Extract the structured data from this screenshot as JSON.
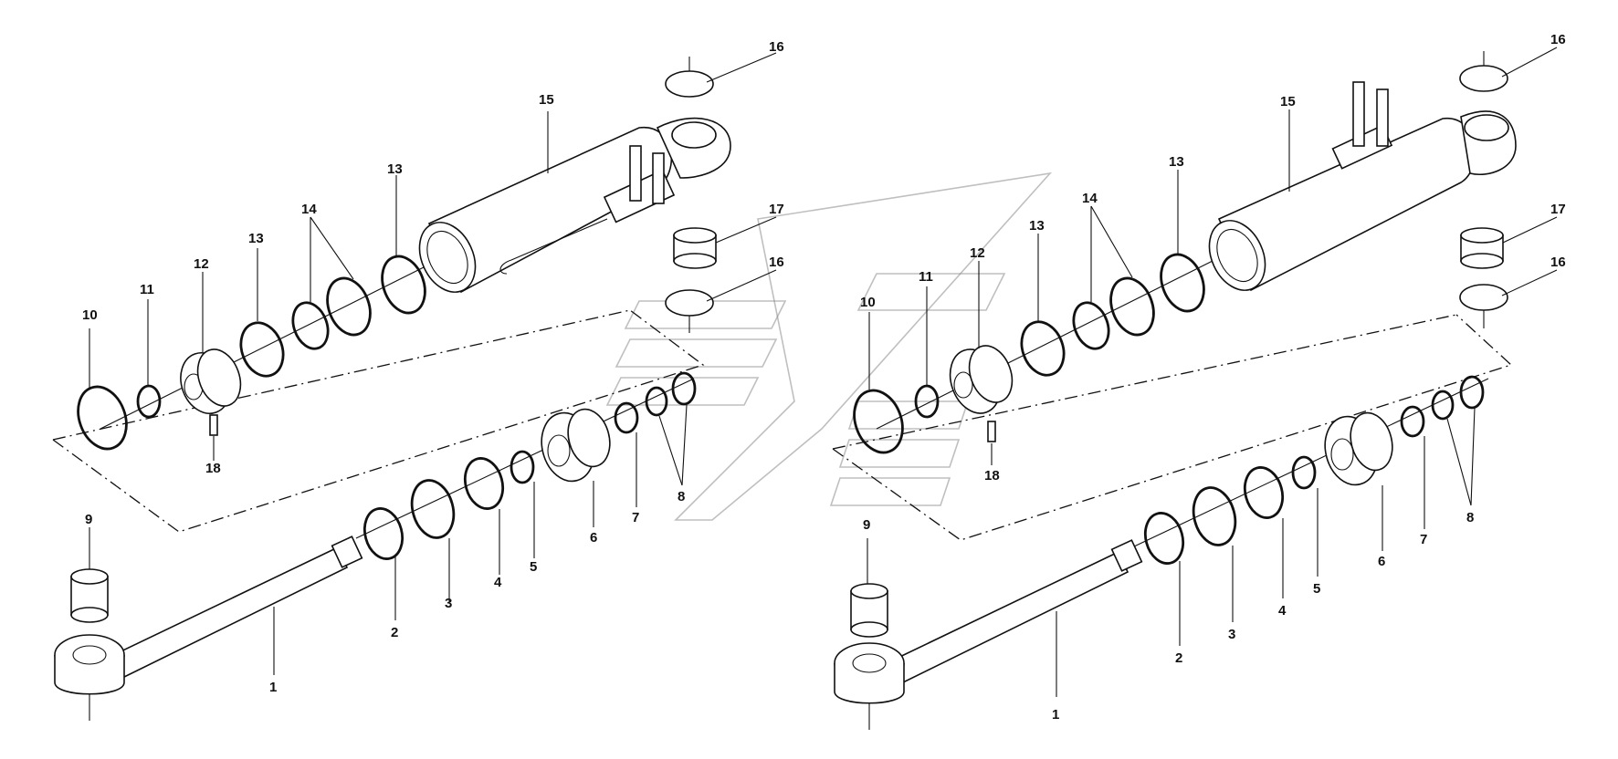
{
  "diagram": {
    "left_assembly": {
      "callouts": [
        {
          "id": "1",
          "text": "1"
        },
        {
          "id": "2",
          "text": "2"
        },
        {
          "id": "3",
          "text": "3"
        },
        {
          "id": "4",
          "text": "4"
        },
        {
          "id": "5",
          "text": "5"
        },
        {
          "id": "6",
          "text": "6"
        },
        {
          "id": "7",
          "text": "7"
        },
        {
          "id": "8",
          "text": "8"
        },
        {
          "id": "9",
          "text": "9"
        },
        {
          "id": "10",
          "text": "10"
        },
        {
          "id": "11",
          "text": "11"
        },
        {
          "id": "12",
          "text": "12"
        },
        {
          "id": "13a",
          "text": "13"
        },
        {
          "id": "13b",
          "text": "13"
        },
        {
          "id": "14",
          "text": "14"
        },
        {
          "id": "15",
          "text": "15"
        },
        {
          "id": "16a",
          "text": "16"
        },
        {
          "id": "16b",
          "text": "16"
        },
        {
          "id": "17",
          "text": "17"
        },
        {
          "id": "18",
          "text": "18"
        }
      ]
    },
    "right_assembly": {
      "callouts": [
        {
          "id": "1",
          "text": "1"
        },
        {
          "id": "2",
          "text": "2"
        },
        {
          "id": "3",
          "text": "3"
        },
        {
          "id": "4",
          "text": "4"
        },
        {
          "id": "5",
          "text": "5"
        },
        {
          "id": "6",
          "text": "6"
        },
        {
          "id": "7",
          "text": "7"
        },
        {
          "id": "8",
          "text": "8"
        },
        {
          "id": "9",
          "text": "9"
        },
        {
          "id": "10",
          "text": "10"
        },
        {
          "id": "11",
          "text": "11"
        },
        {
          "id": "12",
          "text": "12"
        },
        {
          "id": "13a",
          "text": "13"
        },
        {
          "id": "13b",
          "text": "13"
        },
        {
          "id": "14",
          "text": "14"
        },
        {
          "id": "15",
          "text": "15"
        },
        {
          "id": "16a",
          "text": "16"
        },
        {
          "id": "16b",
          "text": "16"
        },
        {
          "id": "17",
          "text": "17"
        },
        {
          "id": "18",
          "text": "18"
        }
      ]
    }
  }
}
